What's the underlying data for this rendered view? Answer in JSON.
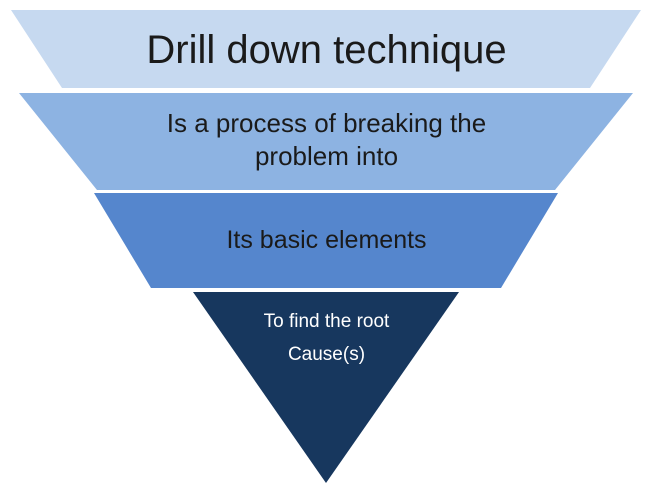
{
  "diagram": {
    "type": "inverted-pyramid-funnel",
    "background_color": "#ffffff",
    "levels": [
      {
        "id": "technique-title",
        "text": "Drill down technique",
        "fill": "#c6d9f0",
        "text_color": "#1a1a1a"
      },
      {
        "id": "process-description",
        "text": "Is a process of breaking the\nproblem into",
        "fill": "#8db3e2",
        "text_color": "#1a1a1a"
      },
      {
        "id": "basic-elements",
        "text": "Its basic elements",
        "fill": "#5586cd",
        "text_color": "#1a1a1a"
      },
      {
        "id": "root-cause",
        "text": "To find the root\nCause(s)",
        "fill": "#17375e",
        "text_color": "#ffffff"
      }
    ]
  }
}
